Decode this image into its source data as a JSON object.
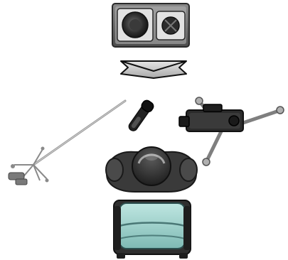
{
  "diagram": {
    "components": [
      {
        "id": "speaker",
        "icon": "speaker-cabinet-icon"
      },
      {
        "id": "arrow",
        "icon": "down-arrow-icon"
      },
      {
        "id": "microphone",
        "icon": "microphone-on-boom-stand-icon"
      },
      {
        "id": "camera",
        "icon": "video-camera-on-tripod-icon"
      },
      {
        "id": "person",
        "icon": "person-top-view-icon"
      },
      {
        "id": "chair",
        "icon": "armchair-icon"
      }
    ],
    "colors": {
      "speaker_body": "#5f5f5f",
      "speaker_face": "#b7b7b7",
      "arrow_fill": "#bdbdbd",
      "metal": "#9a9a9a",
      "mic_body": "#222222",
      "camera_body": "#2b2b2b",
      "hair": "#3a3a3a",
      "skin": "#c9c9c9",
      "chair_fill": "#a9d8d3",
      "chair_dark": "#3f6d6c"
    }
  }
}
